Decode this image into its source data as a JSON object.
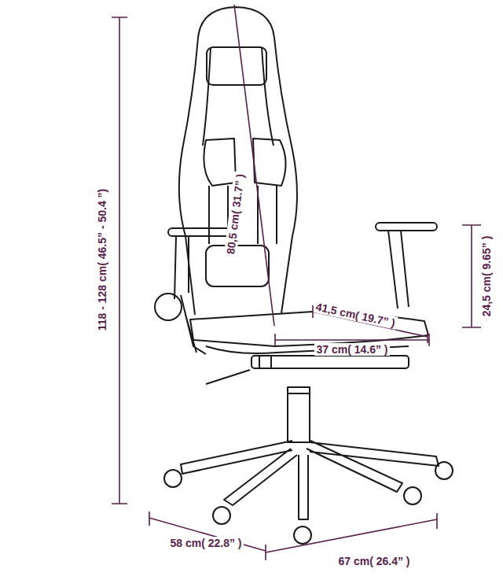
{
  "diagram": {
    "labels": [
      "118 - 128 cm( 46.5” - 50.4 ”)",
      "80,5 cm( 31.7” )",
      "24,5 cm( 9.65” )",
      "41,5 cm( 19.7” )",
      "37 cm( 14.6” )",
      "58 cm( 22.8” )",
      "67 cm( 26.4” )"
    ]
  }
}
